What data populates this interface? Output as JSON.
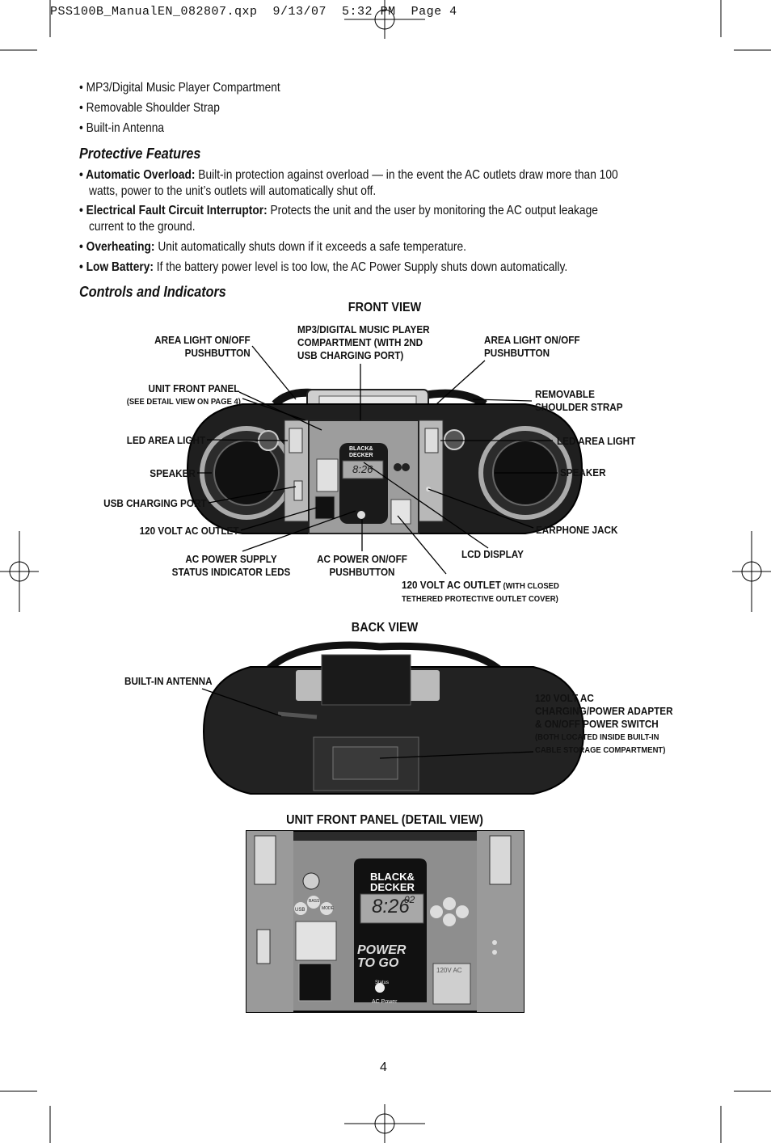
{
  "header": {
    "file_line": "PSS100B_ManualEN_082807.qxp  9/13/07  5:32 PM  Page 4"
  },
  "bullets": [
    "• MP3/Digital Music Player Compartment",
    "• Removable Shoulder Strap",
    "• Built-in Antenna"
  ],
  "protective": {
    "title": "Protective Features",
    "items": [
      {
        "term": "• Automatic Overload:",
        "text": " Built-in protection against overload — in the event the AC outlets draw more than 100",
        "text2": "watts, power to the unit’s outlets will automatically shut off."
      },
      {
        "term": "• Electrical Fault Circuit Interruptor:",
        "text": " Protects the unit and the user by monitoring the AC output leakage",
        "text2": "current to the ground."
      },
      {
        "term": "• Overheating:",
        "text": " Unit automatically shuts down if it exceeds a safe temperature."
      },
      {
        "term": "• Low Battery:",
        "text": " If the battery power level is too low, the AC Power Supply shuts down automatically."
      }
    ]
  },
  "controls": {
    "title": "Controls and Indicators",
    "front_view": "FRONT VIEW",
    "back_view": "BACK VIEW",
    "detail_view": "UNIT FRONT PANEL (DETAIL VIEW)",
    "labels": {
      "area_light_left_1": "AREA LIGHT ON/OFF",
      "area_light_left_2": "PUSHBUTTON",
      "mp3_1": "MP3/DIGITAL MUSIC PLAYER",
      "mp3_2": "COMPARTMENT (WITH 2ND",
      "mp3_3": "USB CHARGING PORT)",
      "area_light_right_1": "AREA LIGHT ON/OFF",
      "area_light_right_2": "PUSHBUTTON",
      "unit_front_panel": "UNIT FRONT PANEL",
      "unit_front_panel_note": "(SEE DETAIL VIEW ON PAGE 4)",
      "strap_1": "REMOVABLE",
      "strap_2": "SHOULDER STRAP",
      "led_left": "LED AREA LIGHT",
      "led_right": "LED AREA LIGHT",
      "speaker_left": "SPEAKER",
      "speaker_right": "SPEAKER",
      "usb_port": "USB CHARGING PORT",
      "outlet_120": "120 VOLT AC OUTLET",
      "earphone": "EARPHONE JACK",
      "lcd": "LCD DISPLAY",
      "status_1": "AC POWER SUPPLY",
      "status_2": "STATUS INDICATOR LEDS",
      "ac_btn_1": "AC POWER ON/OFF",
      "ac_btn_2": "PUSHBUTTON",
      "outlet_cover_1": "120 VOLT AC OUTLET",
      "outlet_cover_1b": " (WITH CLOSED",
      "outlet_cover_2": "TETHERED PROTECTIVE OUTLET COVER)",
      "antenna": "BUILT-IN ANTENNA",
      "charging_1": "120 VOLT AC",
      "charging_2": "CHARGING/POWER ADAPTER",
      "charging_3": "& ON/OFF POWER SWITCH",
      "charging_4": "(BOTH LOCATED INSIDE BUILT-IN",
      "charging_5": "CABLE STORAGE COMPARTMENT)"
    },
    "device": {
      "brand_1": "BLACK&",
      "brand_2": "DECKER",
      "lcd_time": "8:26",
      "lcd_small": "02",
      "logo_1": "POWER",
      "logo_2": "TO GO",
      "status_label": "Status",
      "ac_power_label": "AC Power",
      "usb_label": "USB",
      "bass_label": "BASS",
      "mode_label": "MODE",
      "outlet_text": "120V AC"
    }
  },
  "page_number": "4"
}
